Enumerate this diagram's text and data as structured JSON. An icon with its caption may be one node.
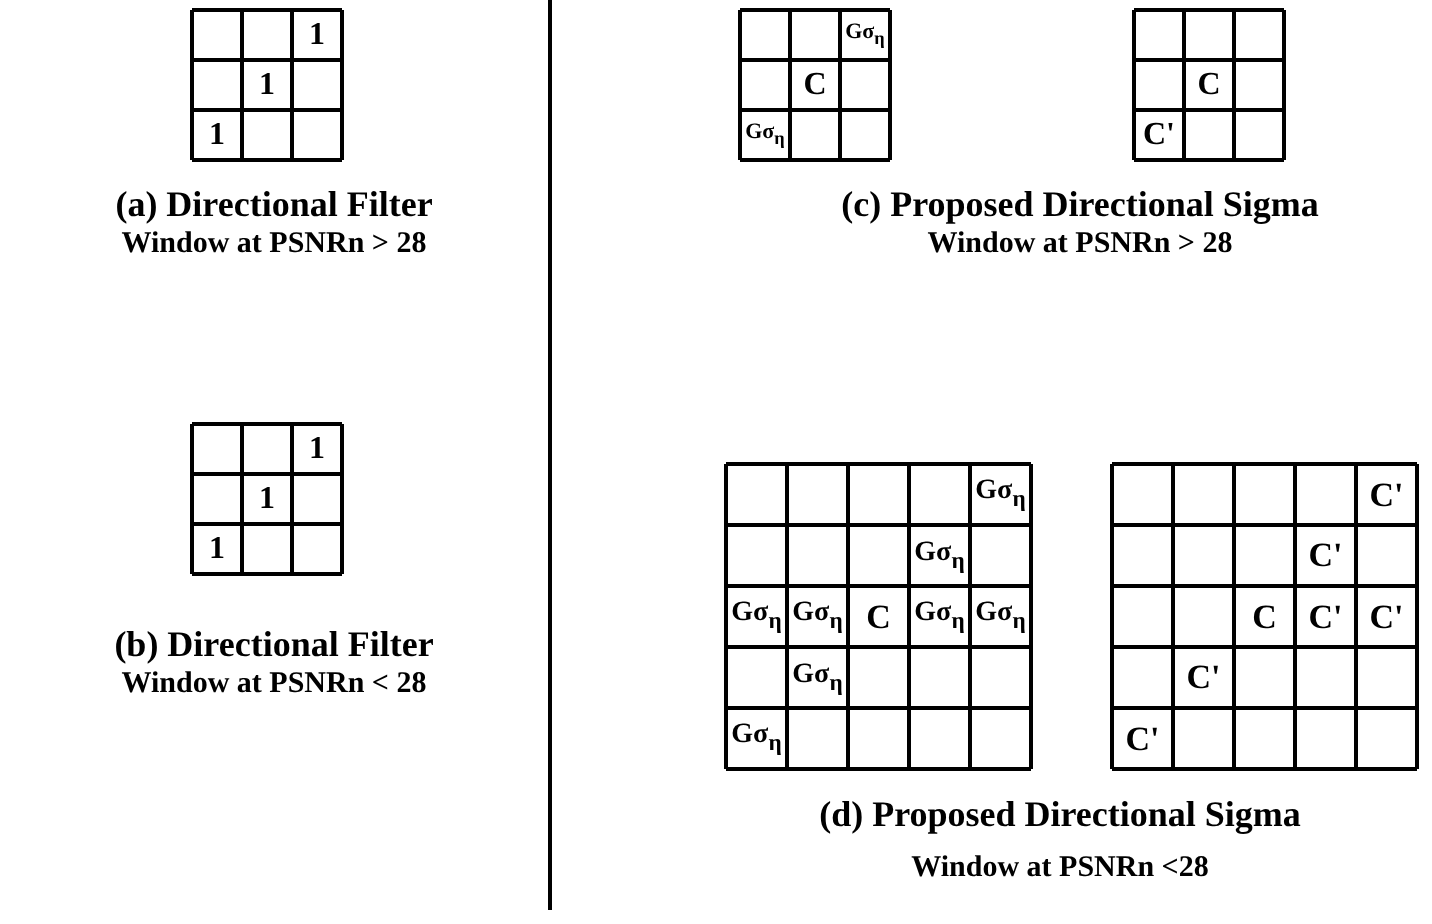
{
  "diagram": {
    "labels": [
      "1",
      "1",
      "1",
      "(a) Directional Filter",
      "Window at PSNRn > 28",
      "1",
      "1",
      "1",
      "(b) Directional Filter",
      "Window at PSNRn < 28",
      "Gσ$_{η}$",
      "C",
      "Gσ$_{η}$",
      "C",
      "C'",
      "(c) Proposed Directional Sigma",
      "Window at PSNRn > 28",
      "Gσ$_{η}$",
      "Gσ$_{η}$",
      "Gσ$_{η}$",
      "Gσ$_{η}$",
      "C",
      "Gσ$_{η}$",
      "Gσ$_{η}$",
      "Gσ$_{η}$",
      "Gσ$_{η}$",
      "C'",
      "C'",
      "C",
      "C'",
      "C'",
      "C'",
      "C'",
      "(d) Proposed Directional Sigma",
      "Window at PSNRn <28"
    ]
  }
}
